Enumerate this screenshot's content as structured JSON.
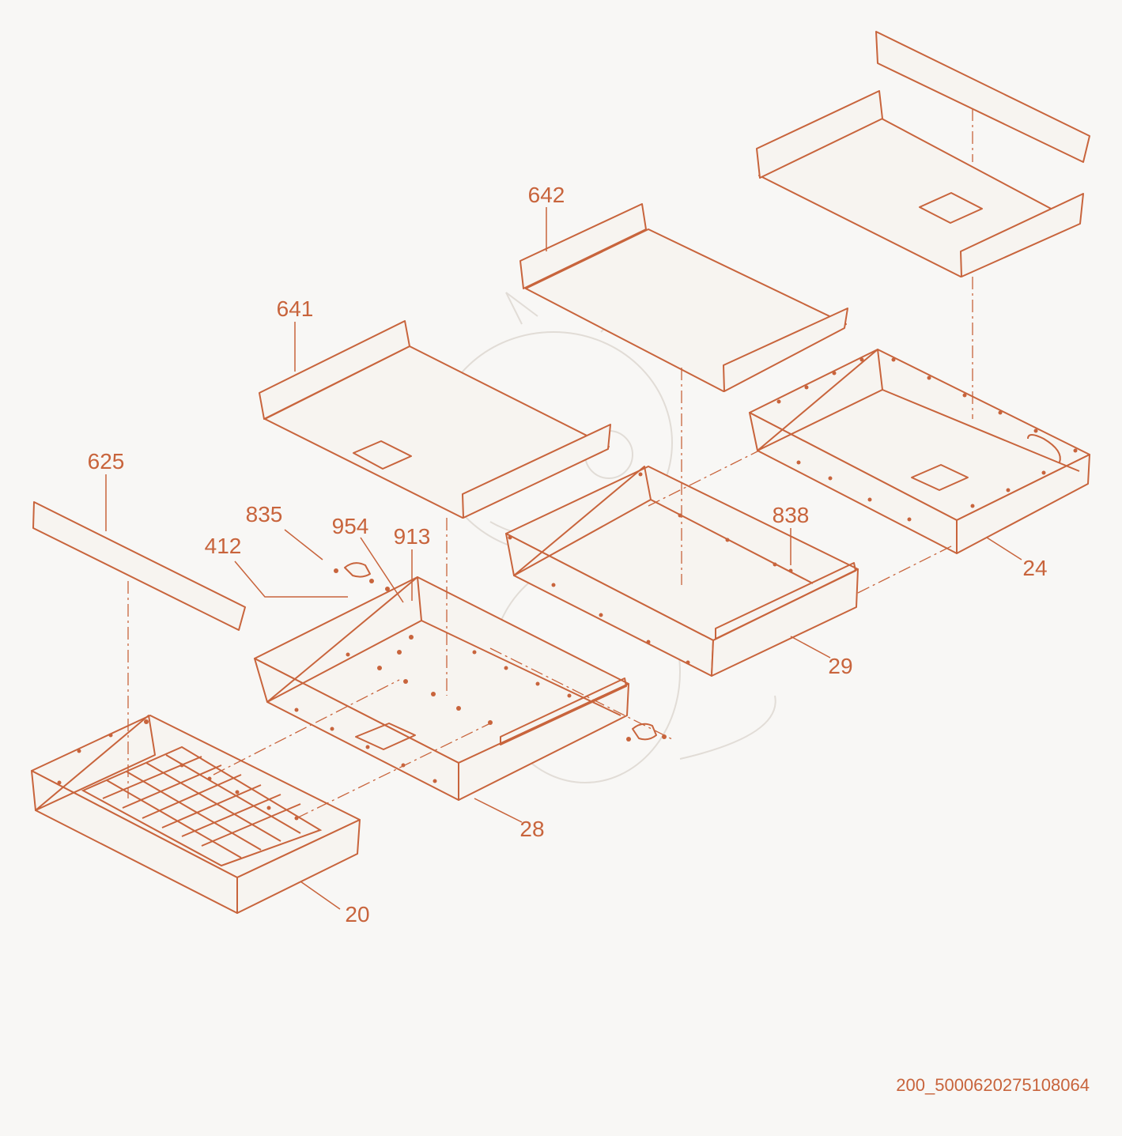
{
  "drawing": {
    "accent_color": "#c8643c",
    "background_color": "#f8f7f5",
    "watermark": "baby-dragon-sketch",
    "document_number": "200_5000620275108064"
  },
  "callouts": [
    {
      "id": "642",
      "text": "642"
    },
    {
      "id": "641",
      "text": "641"
    },
    {
      "id": "625",
      "text": "625"
    },
    {
      "id": "835",
      "text": "835"
    },
    {
      "id": "954",
      "text": "954"
    },
    {
      "id": "913",
      "text": "913"
    },
    {
      "id": "412",
      "text": "412"
    },
    {
      "id": "838",
      "text": "838"
    },
    {
      "id": "24",
      "text": "24"
    },
    {
      "id": "29",
      "text": "29"
    },
    {
      "id": "28",
      "text": "28"
    },
    {
      "id": "20",
      "text": "20"
    }
  ]
}
